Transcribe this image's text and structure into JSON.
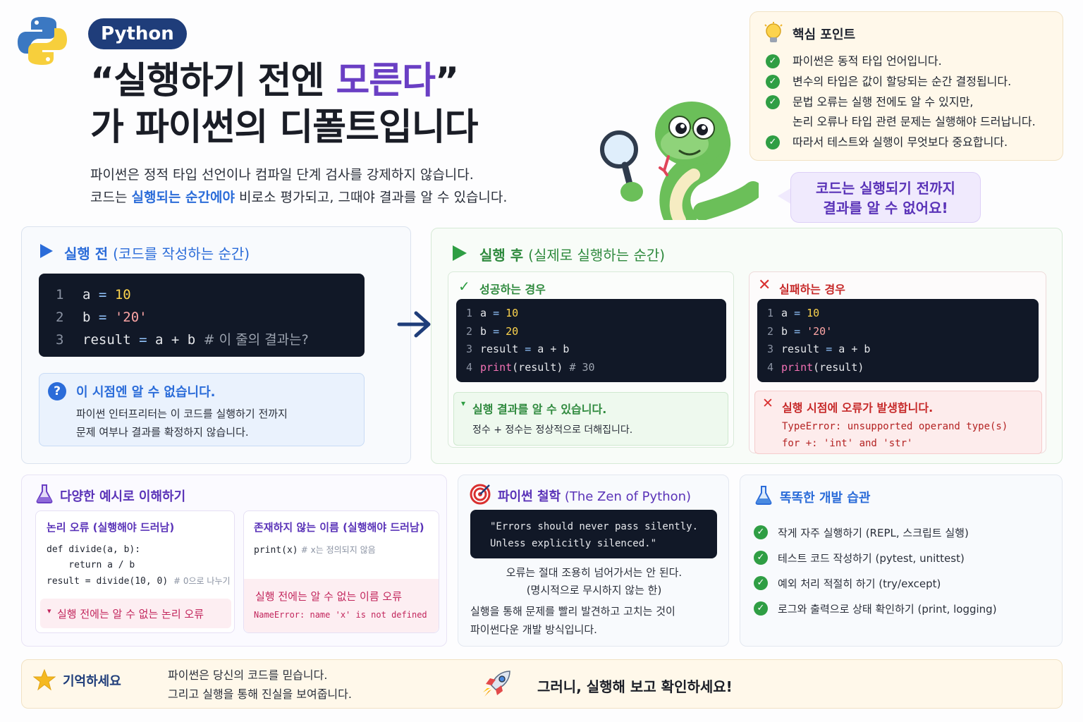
{
  "header": {
    "pill": "Python",
    "headline_line1_pre": "“실행하기 전엔 ",
    "headline_line1_hl": "모른다",
    "headline_line1_post": "”",
    "headline_line2": "가 파이썬의 디폴트입니다",
    "sub_line1": "파이썬은 정적 타입 선언이나 컴파일 단계 검사를 강제하지 않습니다.",
    "sub_line2_pre": "코드는 ",
    "sub_line2_hl": "실행되는 순간에야",
    "sub_line2_post": " 비로소 평가되고, 그때야 결과를 알 수 있습니다."
  },
  "key_points": {
    "title": "핵심 포인트",
    "items": [
      "파이썬은 동적 타입 언어입니다.",
      "변수의 타입은 값이 할당되는 순간 결정됩니다.",
      "문법 오류는 실행 전에도 알 수 있지만,",
      "따라서 테스트와 실행이 무엇보다 중요합니다."
    ],
    "continuation": "논리 오류나 타입 관련 문제는 실행해야 드러납니다."
  },
  "speech": {
    "line1": "코드는 실행되기 전까지",
    "line2": "결과를 알 수 없어요!"
  },
  "before": {
    "title": "실행 전",
    "subtitle": "(코드를 작성하는 순간)",
    "code": {
      "l1": [
        "1",
        "a",
        "=",
        "10"
      ],
      "l2": [
        "2",
        "b",
        "=",
        "'20'"
      ],
      "l3": [
        "3",
        "result",
        "=",
        "a + b",
        "# 이 줄의 결과는?"
      ]
    },
    "info_title": "이 시점엔 알 수 없습니다.",
    "info_l1": "파이썬 인터프리터는 이 코드를 실행하기 전까지",
    "info_l2": "문제 여부나 결과를 확정하지 않습니다."
  },
  "after": {
    "title": "실행 후",
    "subtitle": "(실제로 실행하는 순간)",
    "success": {
      "title": "성공하는 경우",
      "l1": [
        "1",
        "a",
        "=",
        "10"
      ],
      "l2": [
        "2",
        "b",
        "=",
        "20"
      ],
      "l3": [
        "3",
        "result",
        "=",
        "a + b"
      ],
      "l4": [
        "4",
        "print",
        "(result)",
        "# 30"
      ],
      "result_title": "실행 결과를 알 수 있습니다.",
      "result_text": "정수 + 정수는 정상적으로 더해집니다."
    },
    "fail": {
      "title": "실패하는 경우",
      "l1": [
        "1",
        "a",
        "=",
        "10"
      ],
      "l2": [
        "2",
        "b",
        "=",
        "'20'"
      ],
      "l3": [
        "3",
        "result",
        "=",
        "a + b"
      ],
      "l4": [
        "4",
        "print",
        "(result)"
      ],
      "result_title": "실행 시점에 오류가 발생합니다.",
      "err_l1": "TypeError: unsupported operand type(s)",
      "err_l2": "for +: 'int' and 'str'"
    }
  },
  "examples": {
    "title": "다양한 예시로 이해하기",
    "logic": {
      "title": "논리 오류 (실행해야 드러남)",
      "c1": "def divide(a, b):",
      "c2": "    return a / b",
      "c3_pre": "result = divide(10, 0)",
      "c3_cm": "# 0으로 나누기",
      "foot": "실행 전에는 알 수 없는 논리 오류"
    },
    "name": {
      "title": "존재하지 않는 이름 (실행해야 드러남)",
      "c1": "print(x)",
      "c1_cm": "# x는 정의되지 않음",
      "foot_title": "실행 전에는 알 수 없는 이름 오류",
      "foot_err": "NameError: name 'x' is not defined"
    }
  },
  "zen": {
    "title": "파이썬 철학",
    "subtitle": "(The Zen of Python)",
    "q1": "\"Errors should never pass silently.",
    "q2": "Unless explicitly silenced.\"",
    "t1": "오류는 절대 조용히 넘어가서는 안 된다.",
    "t2": "(명시적으로 무시하지 않는 한)",
    "t3": "실행을 통해 문제를 빨리 발견하고 고치는 것이",
    "t4": "파이썬다운 개발 방식입니다."
  },
  "habits": {
    "title": "똑똑한 개발 습관",
    "items": [
      "작게 자주 실행하기 (REPL, 스크립트 실행)",
      "테스트 코드 작성하기 (pytest, unittest)",
      "예외 처리 적절히 하기 (try/except)",
      "로그와 출력으로 상태 확인하기 (print, logging)"
    ]
  },
  "footer": {
    "label": "기억하세요",
    "l1": "파이썬은 당신의 코드를 믿습니다.",
    "l2": "그리고 실행을 통해 진실을 보여줍니다.",
    "cta": "그러니, 실행해 보고 확인하세요!"
  },
  "colors": {
    "accent_purple": "#6a3fc4",
    "accent_blue": "#2b6cd9",
    "success_green": "#2f9e44",
    "error_red": "#d93030"
  }
}
